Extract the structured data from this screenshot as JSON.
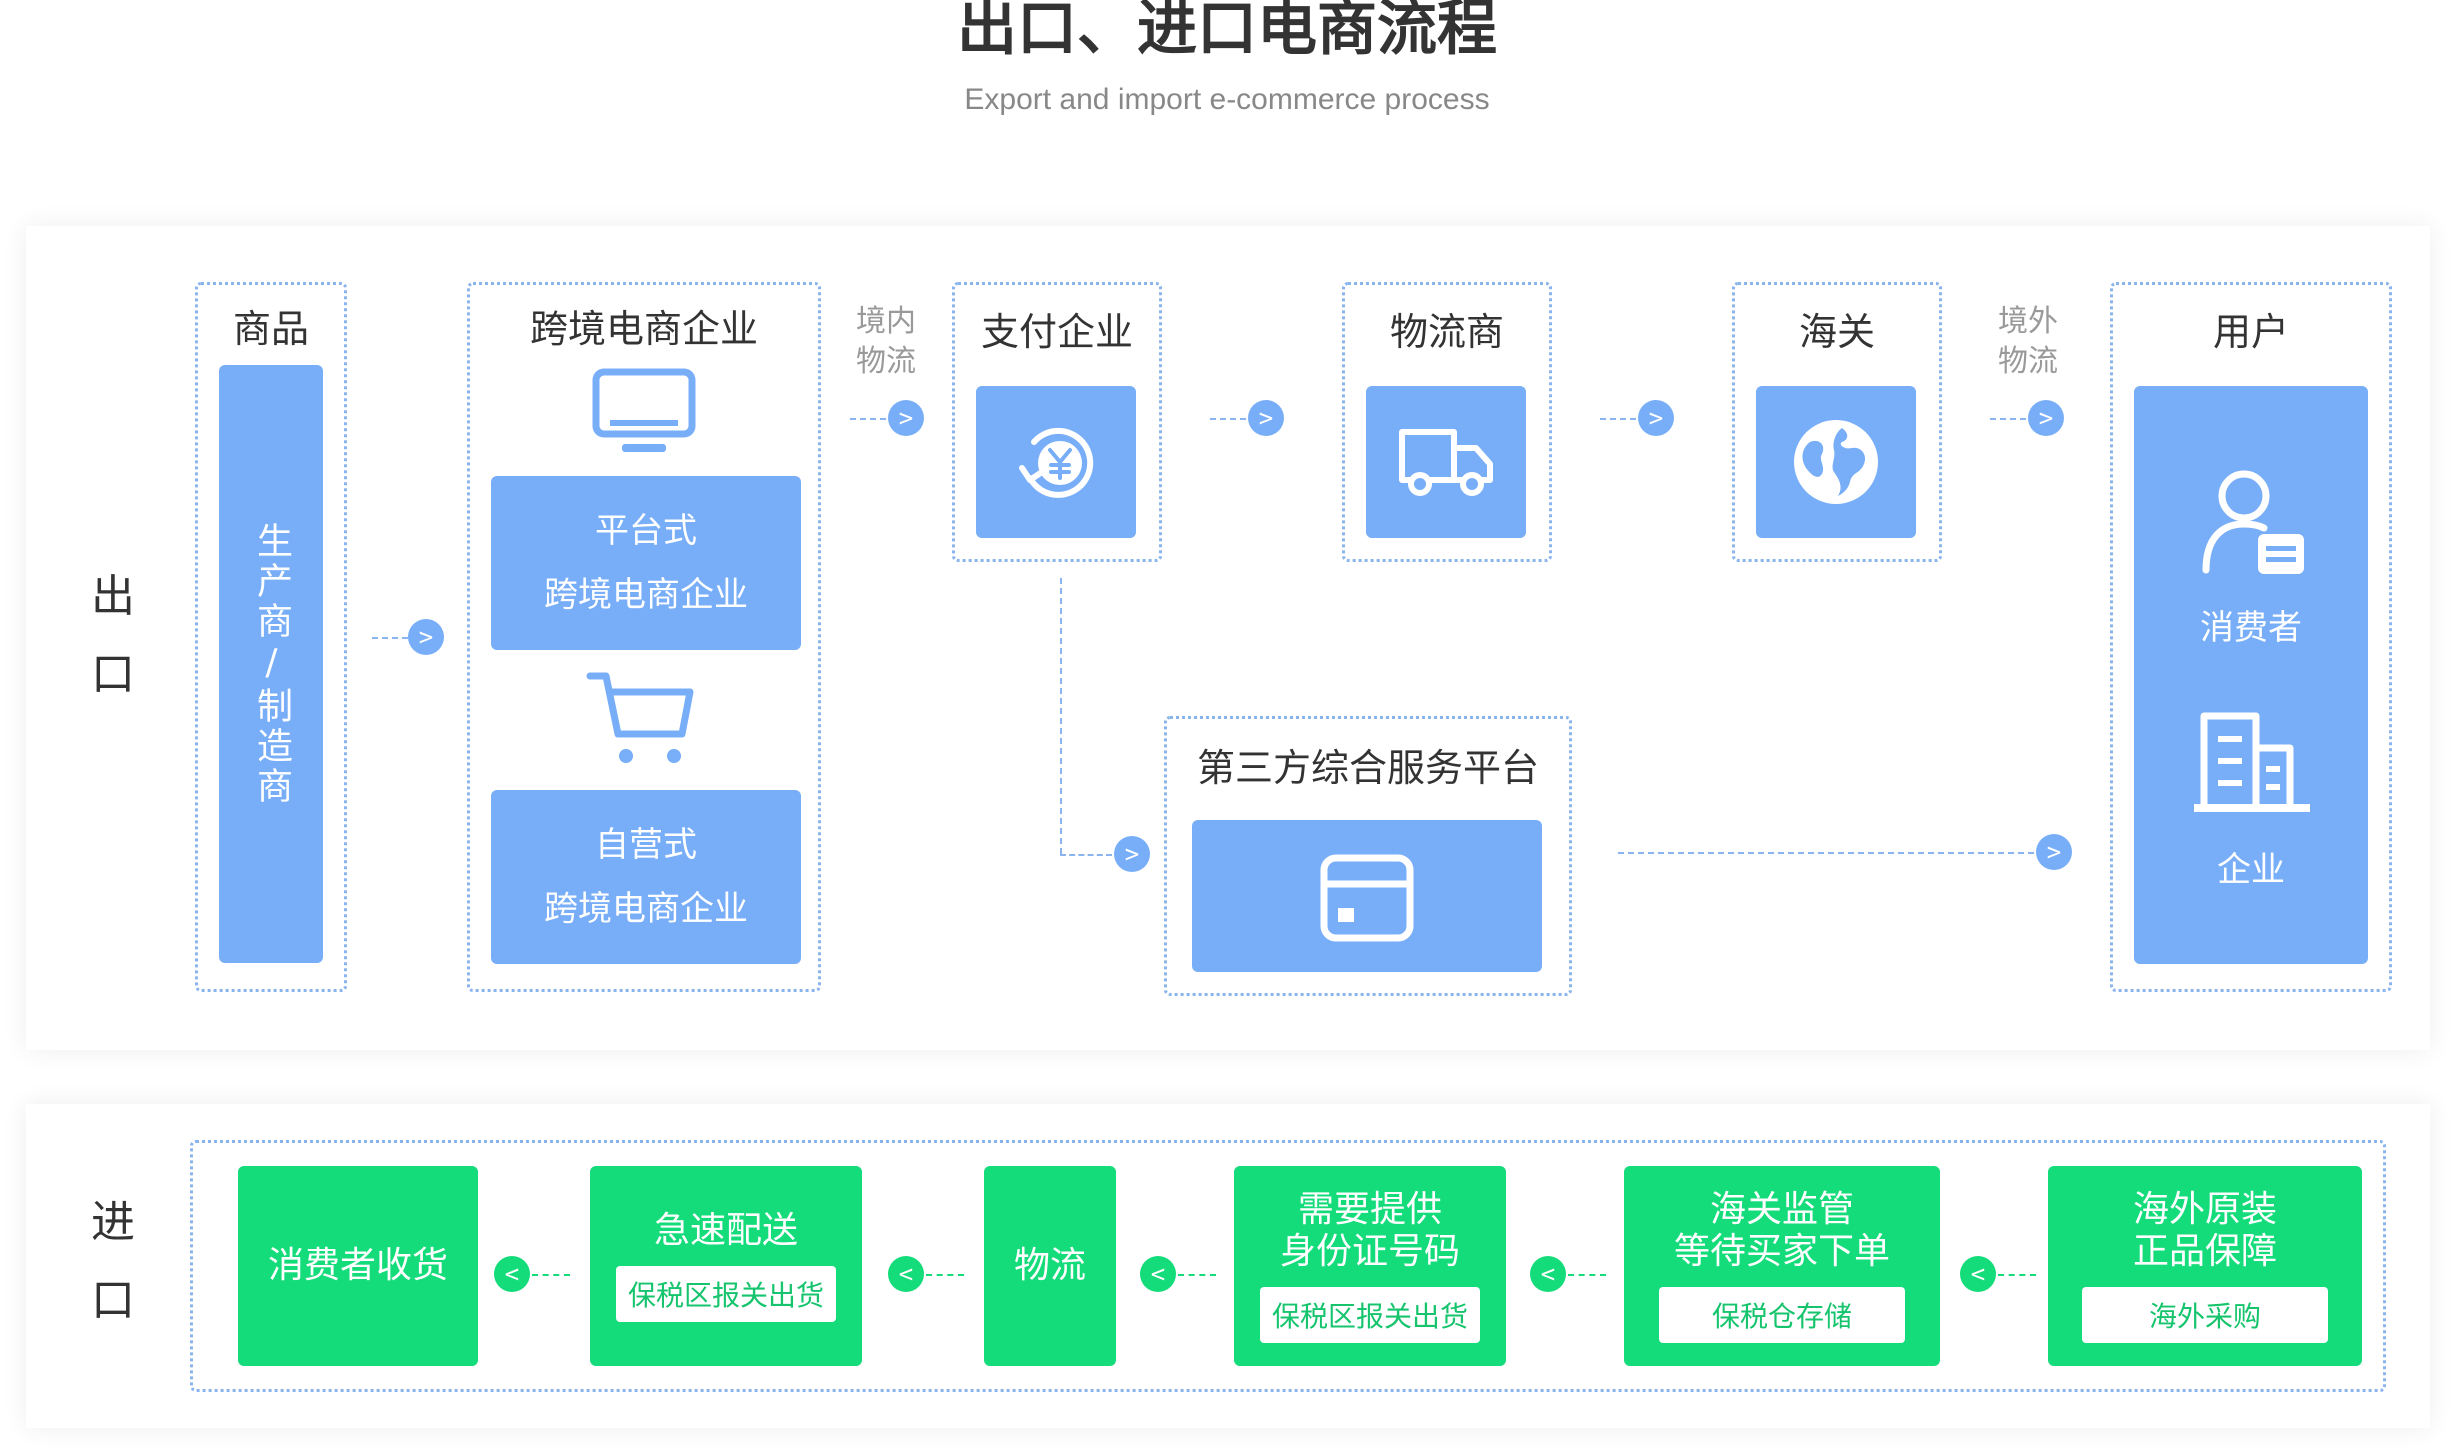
{
  "header": {
    "title": "出口、进口电商流程",
    "subtitle": "Export and import e-commerce process"
  },
  "export": {
    "label": "出口",
    "goods": {
      "title": "商品",
      "block_text": "生产商/制造商"
    },
    "ecommerce": {
      "title": "跨境电商企业",
      "platform": "平台式\n跨境电商企业",
      "self": "自营式\n跨境电商企业"
    },
    "domestic_logistics": "境内\n物流",
    "payment": {
      "title": "支付企业"
    },
    "logistics": {
      "title": "物流商"
    },
    "customs": {
      "title": "海关"
    },
    "overseas_logistics": "境外\n物流",
    "users": {
      "title": "用户",
      "consumer": "消费者",
      "enterprise": "企业"
    },
    "third_party": {
      "title": "第三方综合服务平台"
    }
  },
  "import": {
    "label": "进口",
    "steps": [
      {
        "title": "消费者收货",
        "sub": ""
      },
      {
        "title": "急速配送",
        "sub": "保税区报关出货"
      },
      {
        "title": "物流",
        "sub": ""
      },
      {
        "title": "需要提供\n身份证号码",
        "sub": "保税区报关出货"
      },
      {
        "title": "海关监管\n等待买家下单",
        "sub": "保税仓存储"
      },
      {
        "title": "海外原装\n正品保障",
        "sub": "海外采购"
      }
    ]
  },
  "arrows": {
    "right": ">",
    "left": "<"
  },
  "colors": {
    "blue": "#78aef8",
    "green": "#15dc7a",
    "border": "#8ab4ee"
  }
}
